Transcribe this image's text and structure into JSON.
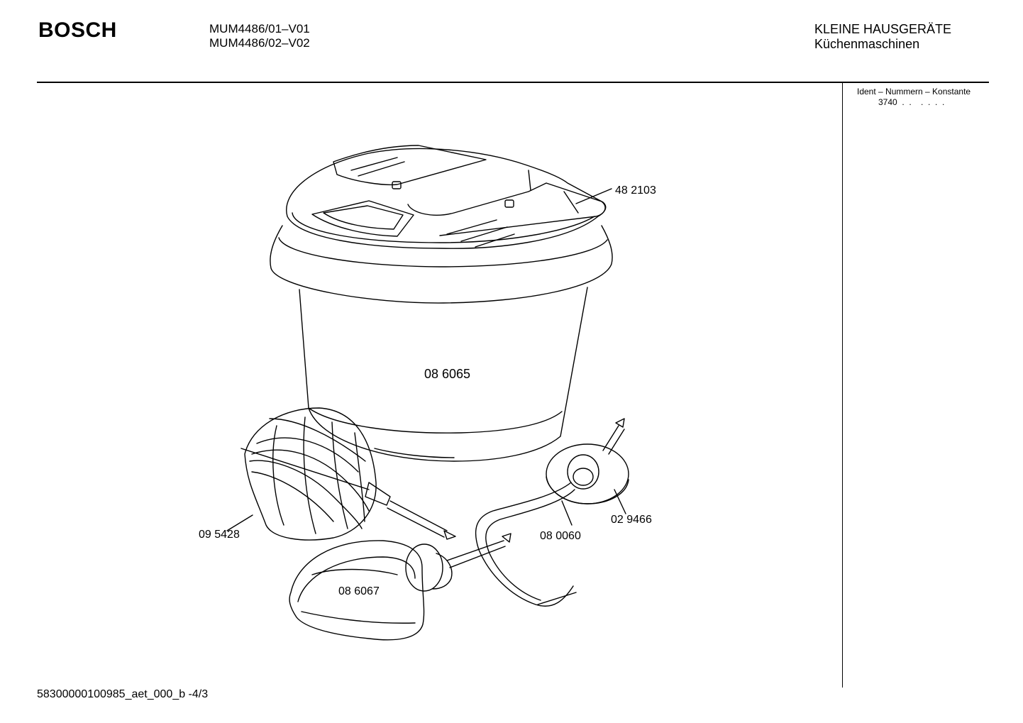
{
  "header": {
    "brand": "BOSCH",
    "models": [
      "MUM4486/01–V01",
      "MUM4486/02–V02"
    ],
    "category": "KLEINE HAUSGERÄTE",
    "subcategory": "Küchenmaschinen"
  },
  "ident": {
    "title": "Ident – Nummern – Konstante",
    "value": "3740  .  .    .  .  .  ."
  },
  "parts": {
    "lid": "48 2103",
    "bowl": "08 6065",
    "whisk": "09 5428",
    "kneading_hook": "08 6067",
    "cable": "08 0060",
    "drive_disc": "02 9466"
  },
  "footer": {
    "doc_id": "58300000100985_aet_000_b -4/3"
  }
}
